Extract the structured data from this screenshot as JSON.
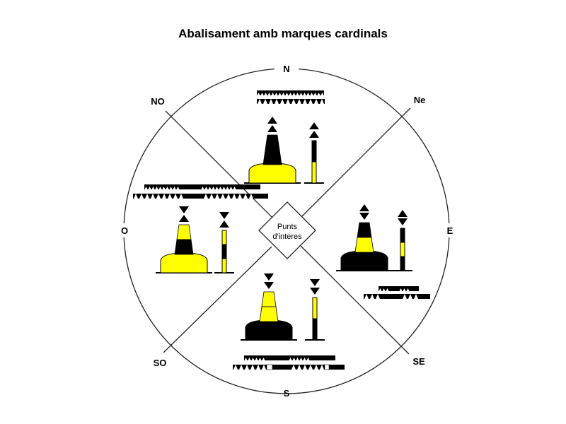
{
  "title": "Abalisament amb marques cardinals",
  "center_label": {
    "line1": "Punts",
    "line2": "d'interes"
  },
  "directions": {
    "n": "N",
    "ne": "Ne",
    "e": "E",
    "se": "SE",
    "s": "S",
    "so": "SO",
    "o": "O",
    "no": "NO"
  },
  "colors": {
    "yellow": "#ffff00",
    "black": "#000000",
    "line": "#222222"
  },
  "marks": {
    "north": {
      "topmark": "two-cones-point-up",
      "body": "black-over-yellow",
      "light_pattern": "continuous-quick"
    },
    "east": {
      "topmark": "two-cones-base-to-base",
      "body": "black-yellow-black",
      "light_pattern": "groups-of-3"
    },
    "south": {
      "topmark": "two-cones-point-down",
      "body": "yellow-over-black",
      "light_pattern": "groups-of-6-plus-long"
    },
    "west": {
      "topmark": "two-cones-point-to-point",
      "body": "yellow-black-yellow",
      "light_pattern": "groups-of-9"
    }
  }
}
